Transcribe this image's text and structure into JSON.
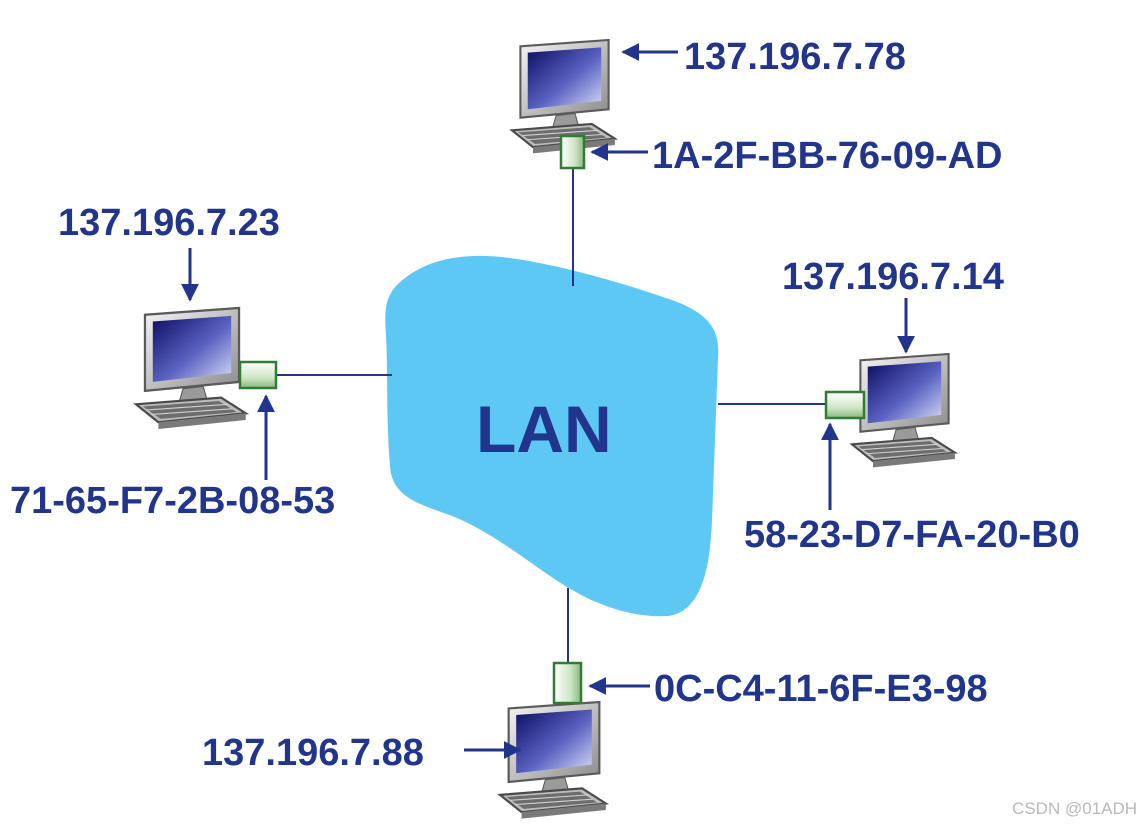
{
  "colors": {
    "label": "#22358c",
    "cloud": "#5ec8f5",
    "adapter": "#2e7d32",
    "link": "#22358c"
  },
  "network": {
    "name": "LAN"
  },
  "hosts": {
    "top": {
      "ip": "137.196.7.78",
      "mac": "1A-2F-BB-76-09-AD"
    },
    "left": {
      "ip": "137.196.7.23",
      "mac": "71-65-F7-2B-08-53"
    },
    "right": {
      "ip": "137.196.7.14",
      "mac": "58-23-D7-FA-20-B0"
    },
    "bottom": {
      "ip": "137.196.7.88",
      "mac": "0C-C4-11-6F-E3-98"
    }
  },
  "watermark": "CSDN @01ADH"
}
